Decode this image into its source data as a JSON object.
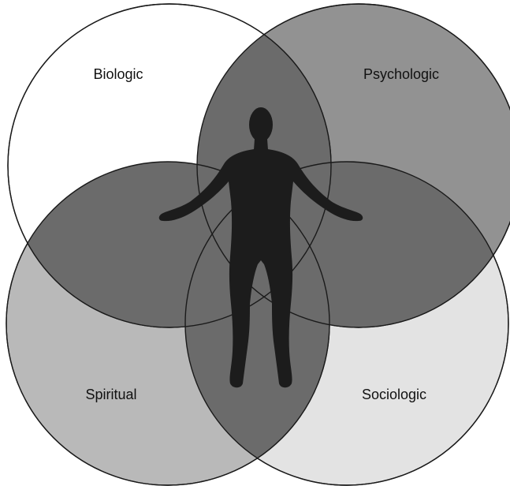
{
  "diagram": {
    "labels": {
      "biologic": "Biologic",
      "psychologic": "Psychologic",
      "spiritual": "Spiritual",
      "sociologic": "Sociologic"
    },
    "colors": {
      "biologic": "#ffffff",
      "psychologic": "#929292",
      "spiritual": "#b9b9b9",
      "sociologic": "#e3e3e3",
      "overlap": "#6b6b6b",
      "figure": "#1c1c1c",
      "stroke": "#1a1a1a"
    },
    "figure_icon": "human-figure-icon"
  }
}
